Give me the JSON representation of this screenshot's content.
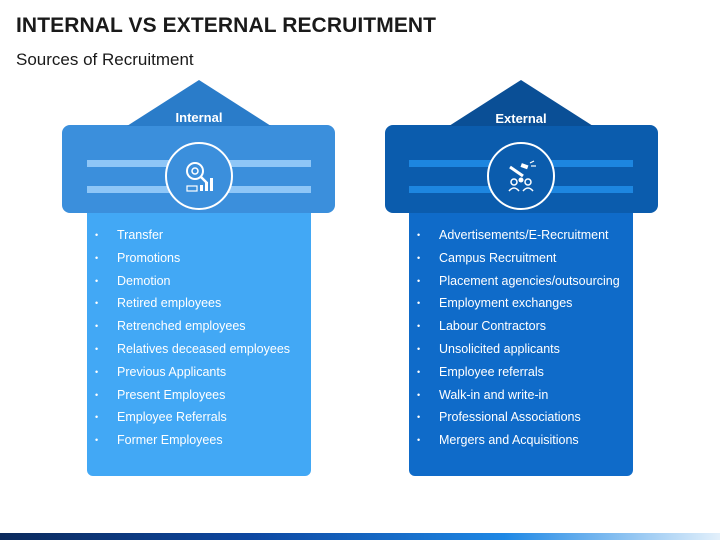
{
  "title": "INTERNAL VS EXTERNAL RECRUITMENT",
  "subtitle": "Sources of Recruitment",
  "colors": {
    "internal_head": "#3b8fdc",
    "internal_body": "#42a8f5",
    "internal_band": "#2a7cc9",
    "external_head": "#0b5cad",
    "external_body": "#0f6bc9",
    "external_band": "#0a4f96"
  },
  "internal": {
    "label": "Internal",
    "icon": "search-analytics-icon",
    "items": [
      "Transfer",
      "Promotions",
      "Demotion",
      "Retired employees",
      "Retrenched employees",
      "Relatives deceased employees",
      "Previous Applicants",
      "Present Employees",
      "Employee Referrals",
      "Former Employees"
    ]
  },
  "external": {
    "label": "External",
    "icon": "hiring-team-icon",
    "items": [
      "Advertisements/E-Recruitment",
      "Campus Recruitment",
      "Placement agencies/outsourcing",
      "Employment exchanges",
      "Labour Contractors",
      "Unsolicited applicants",
      "Employee referrals",
      "Walk-in and write-in",
      "Professional Associations",
      "Mergers and Acquisitions"
    ]
  }
}
